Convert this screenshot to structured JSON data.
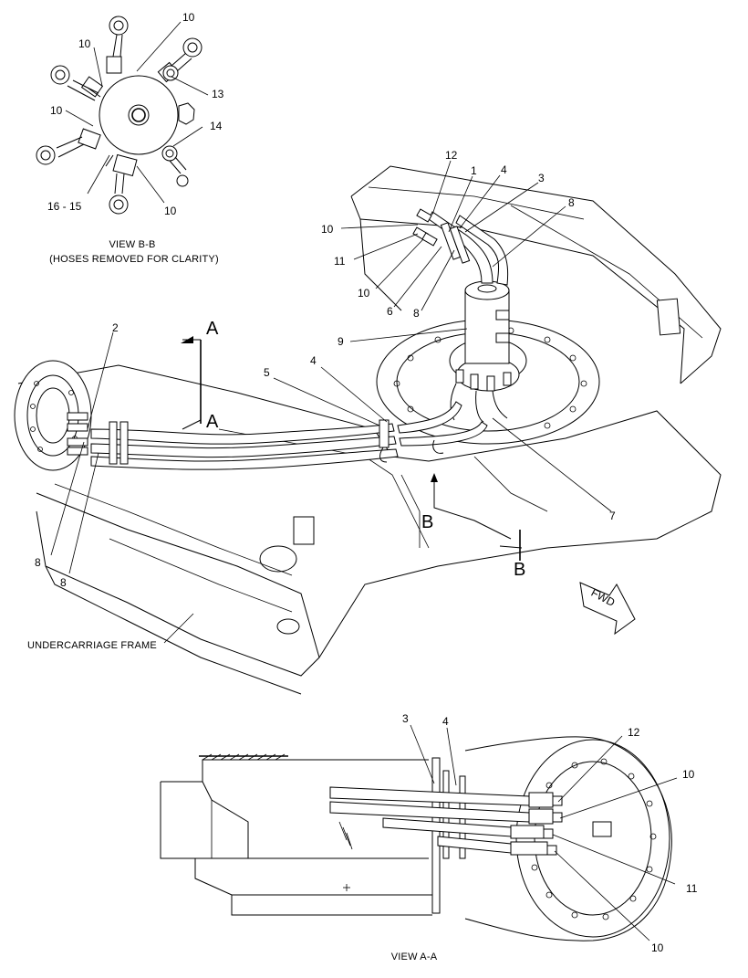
{
  "view_bb": {
    "title": "VIEW B-B",
    "subtitle": "(HOSES REMOVED FOR CLARITY)",
    "callouts": [
      "10",
      "10",
      "13",
      "10",
      "14",
      "16 - 15",
      "10"
    ]
  },
  "main_view": {
    "callouts": [
      "12",
      "1",
      "4",
      "3",
      "8",
      "10",
      "11",
      "10",
      "6",
      "8",
      "9",
      "2",
      "5",
      "4",
      "7",
      "8",
      "8"
    ],
    "section_markers": [
      "A",
      "A",
      "B",
      "B"
    ],
    "fwd_label": "FWD",
    "frame_label": "UNDERCARRIAGE FRAME"
  },
  "view_aa": {
    "title": "VIEW A-A",
    "callouts": [
      "3",
      "4",
      "12",
      "10",
      "11",
      "10"
    ]
  }
}
